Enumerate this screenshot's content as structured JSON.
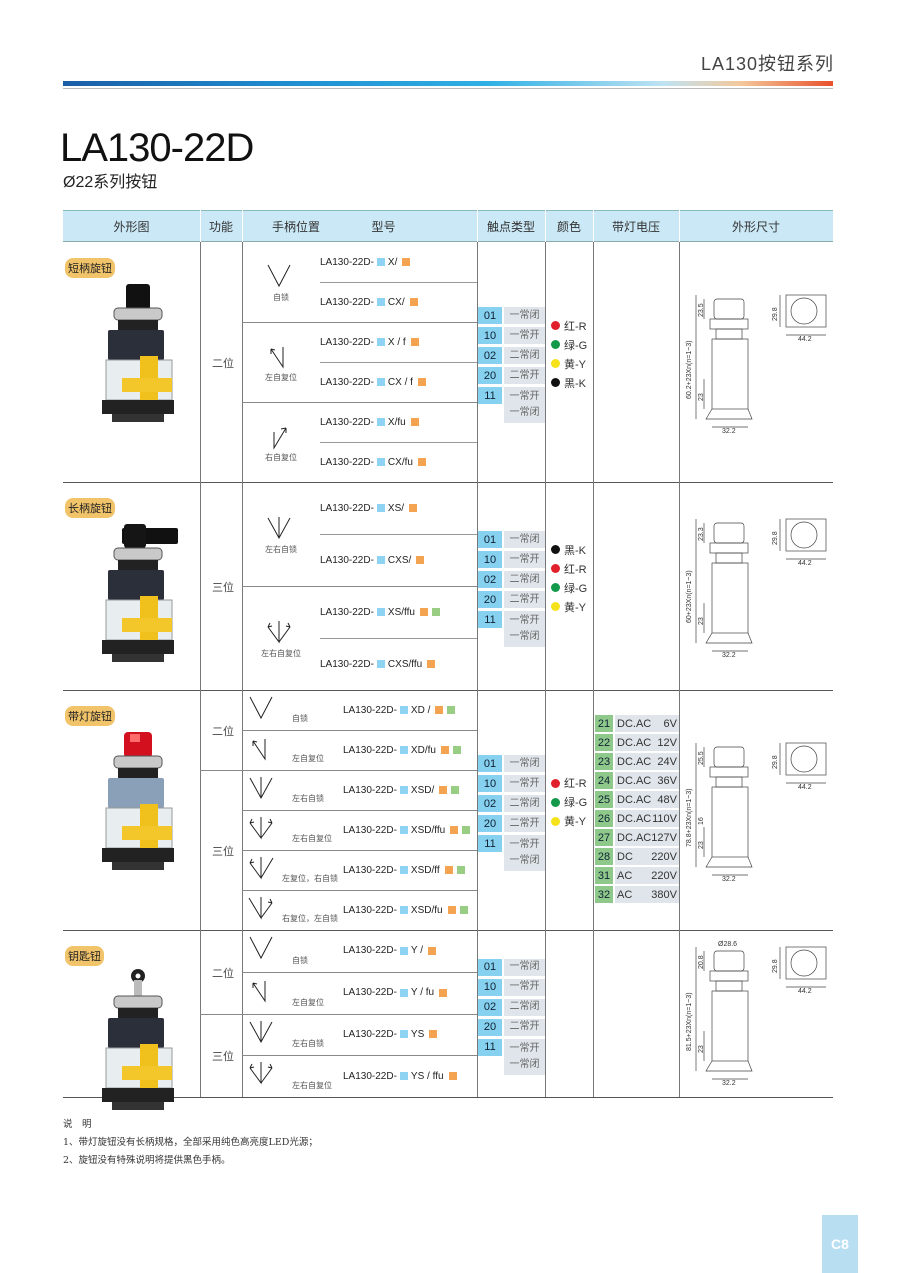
{
  "header": {
    "series_title": "LA130按钮系列"
  },
  "title": "LA130-22D",
  "subtitle": "Ø22系列按钮",
  "table": {
    "columns": [
      "外形图",
      "功能",
      "手柄位置",
      "型号",
      "触点类型",
      "颜色",
      "带灯电压",
      "外形尺寸"
    ],
    "model_prefix": "LA130-22D-",
    "contacts": [
      {
        "code": "01",
        "label": "一常闭"
      },
      {
        "code": "10",
        "label": "一常开"
      },
      {
        "code": "02",
        "label": "二常闭"
      },
      {
        "code": "20",
        "label": "二常开"
      },
      {
        "code": "11",
        "label": "一常开 一常闭"
      }
    ],
    "sections": [
      {
        "label": "短柄旋钮",
        "photo": "short-handle-knob",
        "functions": [
          {
            "label": "二位",
            "groups": [
              {
                "icon": "self-lock-icon",
                "caption": "自锁",
                "models": [
                  {
                    "code": "X/",
                    "marks": [
                      "orange"
                    ]
                  },
                  {
                    "code": "CX/",
                    "marks": [
                      "orange"
                    ]
                  }
                ]
              },
              {
                "icon": "left-return-icon",
                "caption": "左自复位",
                "models": [
                  {
                    "code": "X / f",
                    "marks": [
                      "orange"
                    ]
                  },
                  {
                    "code": "CX / f",
                    "marks": [
                      "orange"
                    ]
                  }
                ]
              },
              {
                "icon": "right-return-icon",
                "caption": "右自复位",
                "models": [
                  {
                    "code": "X/fu",
                    "marks": [
                      "orange"
                    ]
                  },
                  {
                    "code": "CX/fu",
                    "marks": [
                      "orange"
                    ]
                  }
                ]
              }
            ]
          }
        ],
        "colors": [
          {
            "label": "红-R",
            "color": "#e0202a"
          },
          {
            "label": "绿-G",
            "color": "#12994a"
          },
          {
            "label": "黄-Y",
            "color": "#f5e21a"
          },
          {
            "label": "黑-K",
            "color": "#111111"
          }
        ],
        "voltages": [],
        "dimensions": {
          "overall": "60.2+23Xn(n=1~3)",
          "head": "23.5",
          "body": "23",
          "width": "32.2",
          "front_h": "29.8",
          "front_w": "44.2"
        }
      },
      {
        "label": "长柄旋钮",
        "photo": "long-handle-knob",
        "functions": [
          {
            "label": "三位",
            "groups": [
              {
                "icon": "three-position-lock-icon",
                "caption": "左右自锁",
                "models": [
                  {
                    "code": "XS/",
                    "marks": [
                      "orange"
                    ]
                  },
                  {
                    "code": "CXS/",
                    "marks": [
                      "orange"
                    ]
                  }
                ]
              },
              {
                "icon": "three-position-return-icon",
                "caption": "左右自复位",
                "models": [
                  {
                    "code": "XS/ffu",
                    "marks": [
                      "orange",
                      "green"
                    ]
                  },
                  {
                    "code": "CXS/ffu",
                    "marks": [
                      "orange"
                    ]
                  }
                ]
              }
            ]
          }
        ],
        "colors": [
          {
            "label": "黑-K",
            "color": "#111111"
          },
          {
            "label": "红-R",
            "color": "#e0202a"
          },
          {
            "label": "绿-G",
            "color": "#12994a"
          },
          {
            "label": "黄-Y",
            "color": "#f5e21a"
          }
        ],
        "voltages": [],
        "dimensions": {
          "overall": "60+23Xn(n=1~3)",
          "head": "23.3",
          "body": "23",
          "width": "32.2",
          "front_h": "29.8",
          "front_w": "44.2"
        }
      },
      {
        "label": "带灯旋钮",
        "photo": "illuminated-knob",
        "functions": [
          {
            "label": "二位",
            "groups": [
              {
                "icon": "self-lock-icon",
                "caption": "自锁",
                "models": [
                  {
                    "code": "XD /",
                    "marks": [
                      "orange",
                      "green"
                    ]
                  }
                ]
              },
              {
                "icon": "left-return-icon",
                "caption": "左自复位",
                "models": [
                  {
                    "code": "XD/fu",
                    "marks": [
                      "orange",
                      "green"
                    ]
                  }
                ]
              }
            ]
          },
          {
            "label": "三位",
            "groups": [
              {
                "icon": "three-position-lock-icon",
                "caption": "左右自锁",
                "models": [
                  {
                    "code": "XSD/",
                    "marks": [
                      "orange",
                      "green"
                    ]
                  }
                ]
              },
              {
                "icon": "three-position-return-icon",
                "caption": "左右自复位",
                "models": [
                  {
                    "code": "XSD/ffu",
                    "marks": [
                      "orange",
                      "green"
                    ]
                  }
                ]
              },
              {
                "icon": "left-return-right-lock-icon",
                "caption": "左复位，右自锁",
                "models": [
                  {
                    "code": "XSD/ff",
                    "marks": [
                      "orange",
                      "green"
                    ]
                  }
                ]
              },
              {
                "icon": "right-return-left-lock-icon",
                "caption": "右复位，左自锁",
                "models": [
                  {
                    "code": "XSD/fu",
                    "marks": [
                      "orange",
                      "green"
                    ]
                  }
                ]
              }
            ]
          }
        ],
        "colors": [
          {
            "label": "红-R",
            "color": "#e0202a"
          },
          {
            "label": "绿-G",
            "color": "#12994a"
          },
          {
            "label": "黄-Y",
            "color": "#f5e21a"
          }
        ],
        "voltages": [
          {
            "code": "21",
            "type": "DC.AC",
            "volt": "6V"
          },
          {
            "code": "22",
            "type": "DC.AC",
            "volt": "12V"
          },
          {
            "code": "23",
            "type": "DC.AC",
            "volt": "24V"
          },
          {
            "code": "24",
            "type": "DC.AC",
            "volt": "36V"
          },
          {
            "code": "25",
            "type": "DC.AC",
            "volt": "48V"
          },
          {
            "code": "26",
            "type": "DC.AC",
            "volt": "110V"
          },
          {
            "code": "27",
            "type": "DC.AC",
            "volt": "127V"
          },
          {
            "code": "28",
            "type": "DC",
            "volt": "220V"
          },
          {
            "code": "31",
            "type": "AC",
            "volt": "220V"
          },
          {
            "code": "32",
            "type": "AC",
            "volt": "380V"
          }
        ],
        "dimensions": {
          "overall": "78.8+23Xn(n=1~3)",
          "head": "25.5",
          "mid": "16",
          "body": "23",
          "width": "32.2",
          "front_h": "29.8",
          "front_w": "44.2"
        }
      },
      {
        "label": "钥匙钮",
        "photo": "key-switch",
        "functions": [
          {
            "label": "二位",
            "groups": [
              {
                "icon": "self-lock-icon",
                "caption": "自锁",
                "models": [
                  {
                    "code": "Y /",
                    "marks": [
                      "orange"
                    ]
                  }
                ]
              },
              {
                "icon": "left-return-icon",
                "caption": "左自复位",
                "models": [
                  {
                    "code": "Y / fu",
                    "marks": [
                      "orange"
                    ]
                  }
                ]
              }
            ]
          },
          {
            "label": "三位",
            "groups": [
              {
                "icon": "three-position-lock-icon",
                "caption": "左右自锁",
                "models": [
                  {
                    "code": "YS",
                    "marks": [
                      "orange"
                    ]
                  }
                ]
              },
              {
                "icon": "three-position-return-icon",
                "caption": "左右自复位",
                "models": [
                  {
                    "code": "YS / ffu",
                    "marks": [
                      "orange"
                    ]
                  }
                ]
              }
            ]
          }
        ],
        "colors": [],
        "voltages": [],
        "dimensions": {
          "overall": "81.5+23Xn(n=1~3)",
          "head": "20.8",
          "top": "Ø28.6",
          "body": "23",
          "width": "32.2",
          "front_h": "29.8",
          "front_w": "44.2"
        }
      }
    ]
  },
  "notes": {
    "heading": "说　明",
    "items": [
      "1、带灯旋钮没有长柄规格，全部采用纯色高亮度LED光源；",
      "2、旋钮没有特殊说明将提供黑色手柄。"
    ]
  },
  "page_number": "C8",
  "mark_colors": {
    "blue": "#8fd3f2",
    "orange": "#f4a450",
    "green": "#98cd83"
  }
}
